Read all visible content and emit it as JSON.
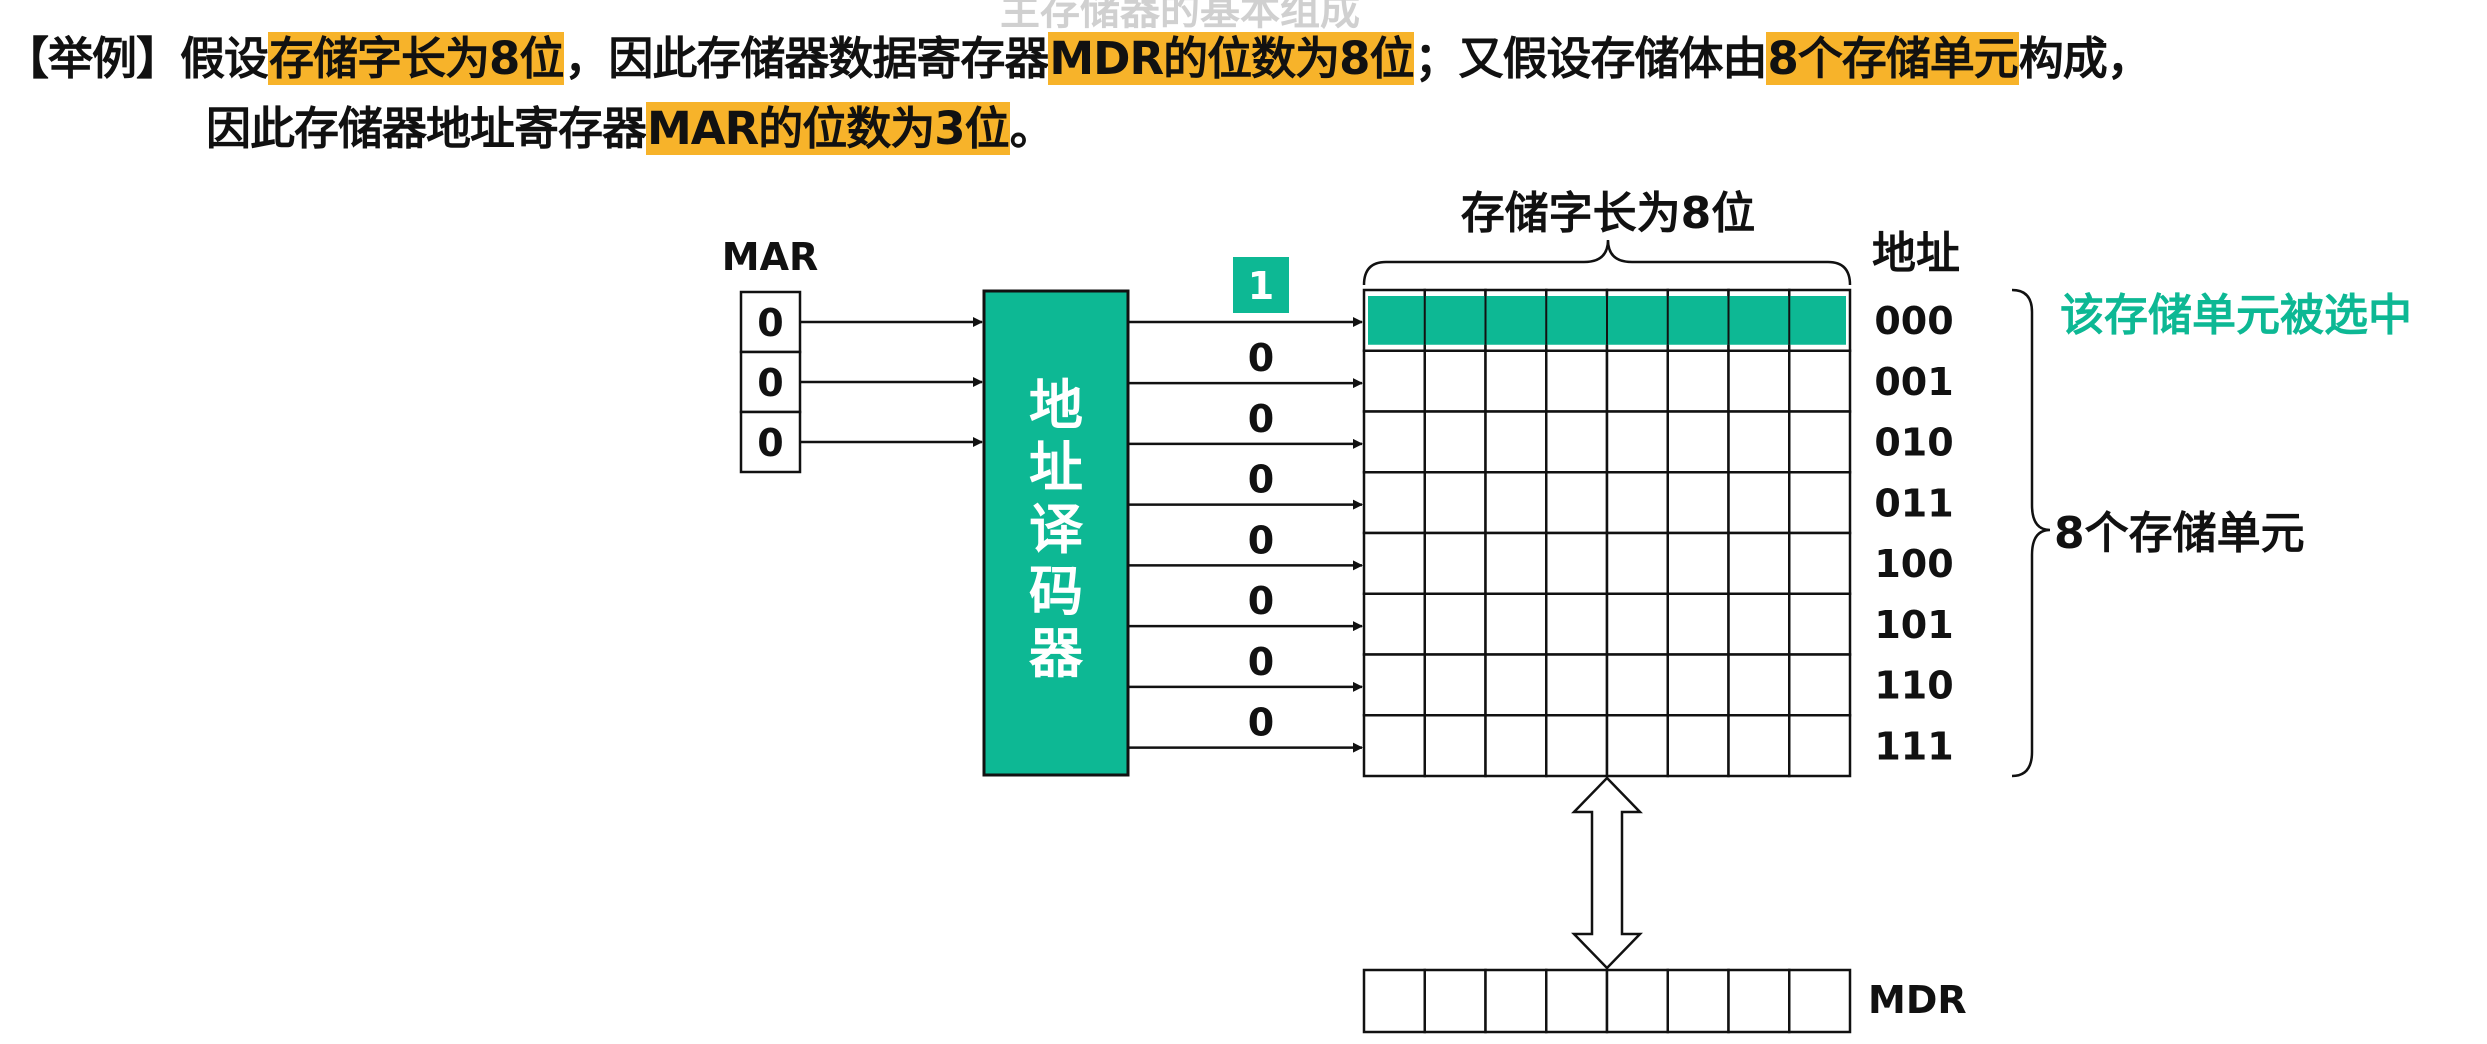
{
  "header": {
    "title_fragment": "主存储器的基本组成"
  },
  "example": {
    "line1": [
      {
        "text": "【举例】假设",
        "highlight": false
      },
      {
        "text": "存储字长为8位",
        "highlight": true
      },
      {
        "text": "，因此存储器数据寄存器",
        "highlight": false
      },
      {
        "text": "MDR的位数为8位",
        "highlight": true
      },
      {
        "text": "；又假设存储体由",
        "highlight": false
      },
      {
        "text": "8个存储单元",
        "highlight": true
      },
      {
        "text": "构成，",
        "highlight": false
      }
    ],
    "line2": [
      {
        "text": "因此存储器地址寄存器",
        "highlight": false
      },
      {
        "text": "MAR的位数为3位",
        "highlight": true
      },
      {
        "text": "。",
        "highlight": false
      }
    ]
  },
  "diagram": {
    "mar_label": "MAR",
    "mar_bits": [
      "0",
      "0",
      "0"
    ],
    "decoder_label": [
      "地",
      "址",
      "译",
      "码",
      "器"
    ],
    "decoder_outputs": [
      "1",
      "0",
      "0",
      "0",
      "0",
      "0",
      "0",
      "0"
    ],
    "word_length_label": "存储字长为8位",
    "address_header": "地址",
    "addresses": [
      "000",
      "001",
      "010",
      "011",
      "100",
      "101",
      "110",
      "111"
    ],
    "selected_note": "该存储单元被选中",
    "units_label": "8个存储单元",
    "mdr_label": "MDR",
    "bits_per_word": 8,
    "selected_row": 0,
    "colors": {
      "teal": "#0db894",
      "highlight": "#f7b32a",
      "line": "#111111"
    }
  }
}
